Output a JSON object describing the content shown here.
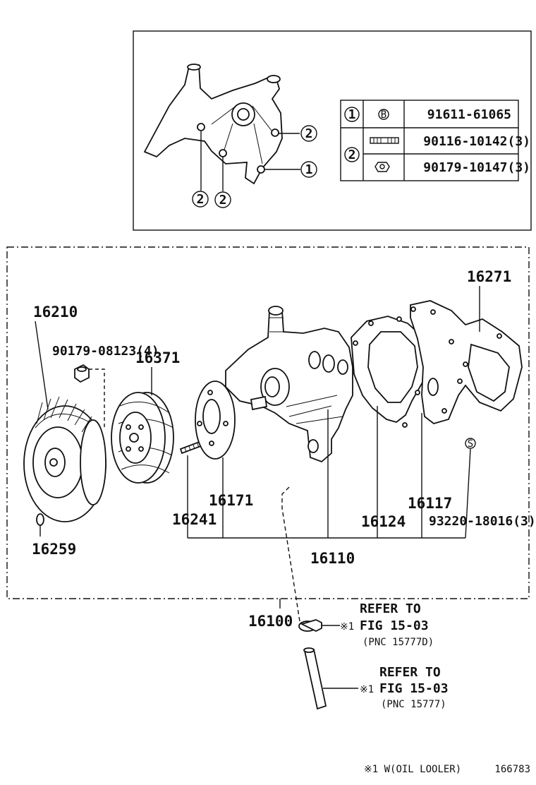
{
  "inset": {
    "callout_1": "1",
    "callout_2": "2",
    "table": [
      {
        "ref": "1",
        "part_no": "91611-61065"
      },
      {
        "ref": "2",
        "part_no": "90116-10142(3)"
      },
      {
        "ref": "",
        "part_no": "90179-10147(3)"
      }
    ],
    "bolt_symbol": "B"
  },
  "labels": {
    "p16271": "16271",
    "p16210": "16210",
    "p90179_08123": "90179-08123(4)",
    "p16371": "16371",
    "p16171": "16171",
    "p16241": "16241",
    "p16124": "16124",
    "p16117": "16117",
    "p93220": "93220-18016(3)",
    "p16259": "16259",
    "p16110": "16110",
    "p16100": "16100",
    "seal_symbol": "S"
  },
  "refs": [
    {
      "line1": "REFER TO",
      "mark": "※1",
      "line2": "FIG 15-03",
      "pnc": "(PNC 15777D)"
    },
    {
      "line1": "REFER TO",
      "mark": "※1",
      "line2": "FIG 15-03",
      "pnc": "(PNC 15777)"
    }
  ],
  "footer": {
    "note": "※1 W(OIL LOOLER)",
    "diagram_no": "166783"
  }
}
